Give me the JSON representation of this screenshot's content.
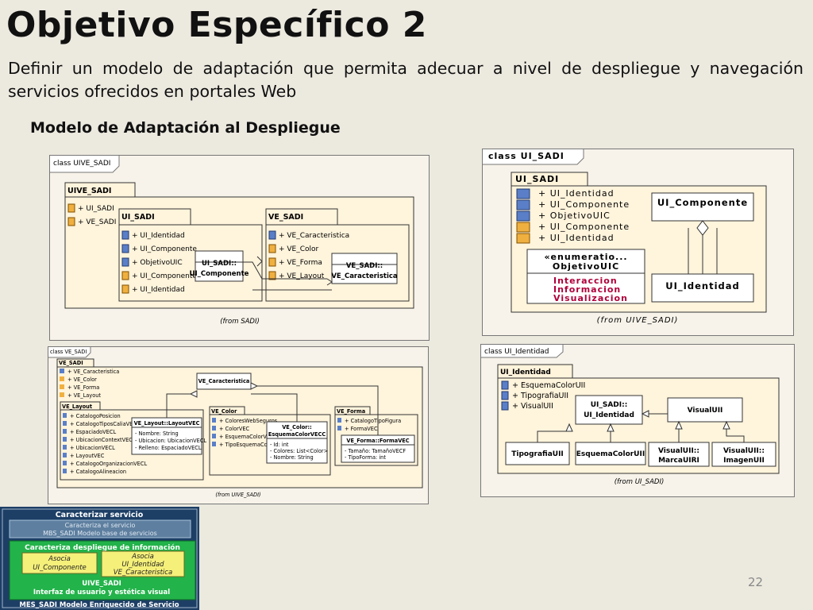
{
  "slide": {
    "title": "Objetivo Específico 2",
    "paragraph": "Definir un modelo de adaptación que permita adecuar a nivel de despliegue y navegación servicios ofrecidos en portales Web",
    "subheading": "Modelo de Adaptación al Despliegue",
    "page_number": "22"
  },
  "d1": {
    "frame": "class UIVE_SADI",
    "pkg": "UIVE_SADI",
    "pkg_items": [
      "+ UI_SADI",
      "+ VE_SADI"
    ],
    "ui": "UI_SADI",
    "ui_items": [
      "+ UI_Identidad",
      "+ UI_Componente",
      "+ ObjetivoUIC",
      "+ UI_Componente",
      "+ UI_Identidad"
    ],
    "ui_box": [
      "UI_SADI::",
      "UI_Componente"
    ],
    "ve": "VE_SADI",
    "ve_items": [
      "+ VE_Caracteristica",
      "+ VE_Color",
      "+ VE_Forma",
      "+ VE_Layout"
    ],
    "ve_box": [
      "VE_SADI::",
      "VE_Caracteristica"
    ],
    "footer": "(from SADI)"
  },
  "d2": {
    "frame": "class UI_SADI",
    "pkg": "UI_SADI",
    "items": [
      "+ UI_Identidad",
      "+ UI_Componente",
      "+ ObjetivoUIC",
      "+ UI_Componente",
      "+ UI_Identidad"
    ],
    "enum_title": [
      "«enumeratio...",
      "ObjetivoUIC"
    ],
    "enum_values": [
      "Interaccion",
      "Informacion",
      "Visualizacion"
    ],
    "comp": "UI_Componente",
    "ident": "UI_Identidad",
    "footer": "(from UIVE_SADI)"
  },
  "d3": {
    "frame": "class VE_SADI",
    "pkg": "VE_SADI",
    "pkg_items": [
      "+ VE_Caracteristica",
      "+ VE_Color",
      "+ VE_Forma",
      "+ VE_Layout"
    ],
    "center": "VE_Caracteristica",
    "layout": "VE_Layout",
    "layout_items": [
      "+ CatalogoPosicion",
      "+ CatalogoTiposCaliaVECL",
      "+ EspaciadoVECL",
      "+ UbicacionContextVECL",
      "+ UbicacionVECL",
      "+ LayoutVEC",
      "+ CatalogoOrganizacionVECL",
      "+ CatalogoAlineacion"
    ],
    "layout_box": "VE_Layout::LayoutVEC",
    "layout_attrs": [
      "- Nombre: String",
      "- Ubicacion: UbicacionVECL",
      "- Relleno: EspaciadoVECL"
    ],
    "color": "VE_Color",
    "color_items": [
      "+ ColoresWebSeguros",
      "+ ColorVEC",
      "+ EsquemaColorVECC",
      "+ TipoEsquemaColor"
    ],
    "color_box": [
      "VE_Color::",
      "EsquemaColorVECC"
    ],
    "color_attrs": [
      "- Id: int",
      "- Colores: List<Color>",
      "- Nombre: String"
    ],
    "forma": "VE_Forma",
    "forma_items": [
      "+ CatalogoTipoFigura",
      "+ FormaVEC"
    ],
    "forma_box": "VE_Forma::FormaVEC",
    "forma_attrs": [
      "- Tamaño: TamañoVECF",
      "- TipoForma: int"
    ],
    "footer": "(from UIVE_SADI)"
  },
  "d4": {
    "frame": "class UI_Identidad",
    "pkg": "UI_Identidad",
    "items": [
      "+ EsquemaColorUII",
      "+ TipografiaUII",
      "+ VisualUII"
    ],
    "center": [
      "UI_SADI::",
      "UI_Identidad"
    ],
    "visual": "VisualUII",
    "subs": [
      [
        "TipografiaUII"
      ],
      [
        "EsquemaColorUII"
      ],
      [
        "VisualUII::",
        "MarcaUIRI"
      ],
      [
        "VisualUII::",
        "ImagenUII"
      ]
    ],
    "footer": "(from UI_SADI)"
  },
  "d5": {
    "top": "Caracterizar servicio",
    "mbs": [
      "Caracteriza el servicio",
      "MBS_SADI Modelo base de servicios"
    ],
    "green_title": "Caracteriza despliegue de información",
    "left_box": [
      "Asocia",
      "UI_Componente"
    ],
    "right_box": [
      "Asocia",
      "UI_Identidad",
      "VE_Caracteristica"
    ],
    "uive": [
      "UIVE_SADI",
      "Interfaz de usuario y estética visual"
    ],
    "bottom": "MES_SADI Modelo Enriquecido de Servicio"
  },
  "colors": {
    "package_tab": "#fff4dc",
    "box_fill": "#f6f0e4",
    "enum_text": "#b0003a",
    "green": "#22b34a",
    "navy": "#1e4a72"
  }
}
